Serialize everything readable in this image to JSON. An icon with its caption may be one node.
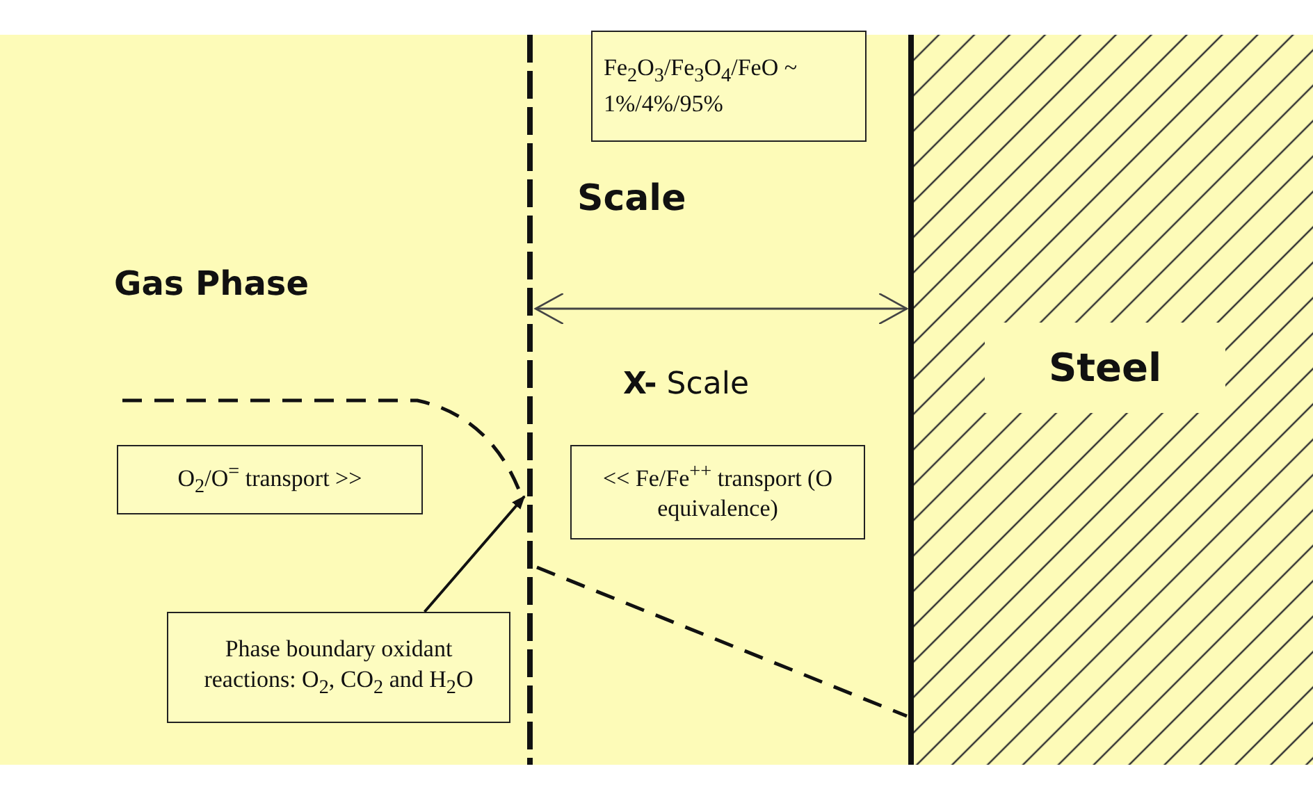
{
  "diagram": {
    "nodes": [
      {
        "text": [
          "Fe$_{2}$O$_{3}$/Fe$_{3}$O$_{4}$/FeO ~ 1%/4%/95%"
        ]
      },
      {
        "text": [
          "O$_{2}$/O$^{=}$ transport >>"
        ]
      },
      {
        "text": [
          "<< Fe/Fe$^{++}$ transport (O equivalence)"
        ]
      },
      {
        "text": [
          "Phase boundary oxidant reactions: O$_{2}$, CO$_{2}$ and H$_{2}$O"
        ]
      },
      {
        "text": [],
        "shape": "line"
      }
    ],
    "edges": [
      {
        "from": 3,
        "to": 4,
        "arrow": "to"
      }
    ],
    "labels": [
      "Scale",
      "Gas Phase",
      "**X-** Scale",
      "Steel"
    ]
  }
}
